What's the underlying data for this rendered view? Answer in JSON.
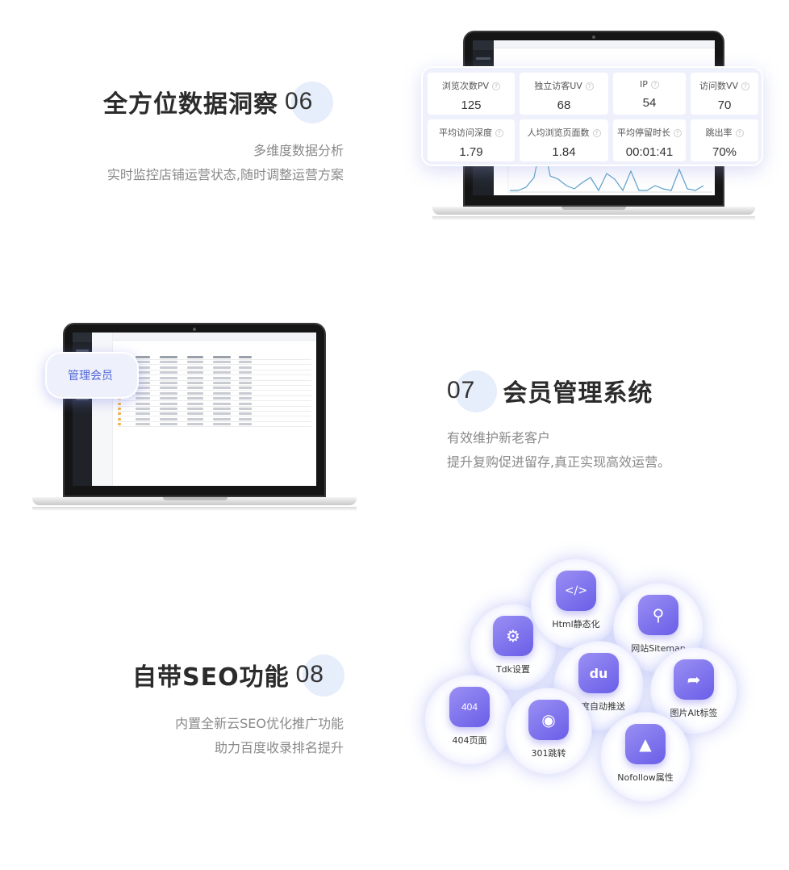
{
  "section06": {
    "title": "全方位数据洞察",
    "number": "06",
    "desc1": "多维度数据分析",
    "desc2": "实时监控店铺运营状态,随时调整运营方案",
    "stats": [
      {
        "label": "浏览次数PV",
        "value": "125"
      },
      {
        "label": "独立访客UV",
        "value": "68"
      },
      {
        "label": "IP",
        "value": "54"
      },
      {
        "label": "访问数VV",
        "value": "70"
      },
      {
        "label": "平均访问深度",
        "value": "1.79"
      },
      {
        "label": "人均浏览页面数",
        "value": "1.84"
      },
      {
        "label": "平均停留时长",
        "value": "00:01:41"
      },
      {
        "label": "跳出率",
        "value": "70%"
      }
    ],
    "help_glyph": "?"
  },
  "section07": {
    "title": "会员管理系统",
    "number": "07",
    "desc1": "有效维护新老客户",
    "desc2": "提升复购促进留存,真正实现高效运营。",
    "pill_label": "管理会员"
  },
  "section08": {
    "title": "自带SEO功能",
    "number": "08",
    "desc1": "内置全新云SEO优化推广功能",
    "desc2": "助力百度收录排名提升",
    "features": [
      {
        "label": "Tdk设置",
        "icon": "gear-icon",
        "glyph": "⚙"
      },
      {
        "label": "Html静态化",
        "icon": "code-file-icon",
        "glyph": "</>"
      },
      {
        "label": "网站Sitemap",
        "icon": "sitemap-search-icon",
        "glyph": "⚲"
      },
      {
        "label": "百度自动推送",
        "icon": "baidu-paw-icon",
        "glyph": "du"
      },
      {
        "label": "图片Alt标签",
        "icon": "share-arrow-icon",
        "glyph": "➦"
      },
      {
        "label": "404页面",
        "icon": "404-file-icon",
        "glyph": "404"
      },
      {
        "label": "301跳转",
        "icon": "redirect-icon",
        "glyph": "◉"
      },
      {
        "label": "Nofollow属性",
        "icon": "image-icon",
        "glyph": "▲"
      }
    ]
  },
  "colors": {
    "accent": "#6a5ee8",
    "title": "#2b2b2b",
    "desc": "#8a8a8a",
    "chart_line": "#5aa0c8"
  }
}
